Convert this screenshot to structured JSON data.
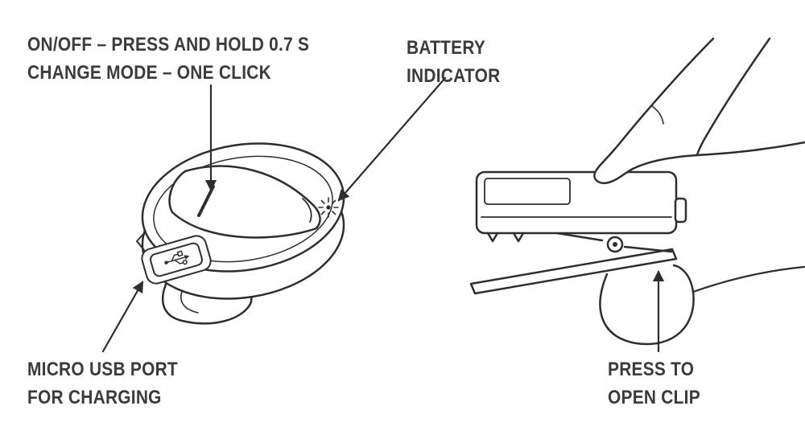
{
  "colors": {
    "line": "#2e2e2e",
    "text": "#3b3b3b",
    "background": "#ffffff"
  },
  "labels": {
    "power": {
      "line1": "ON/OFF – PRESS AND HOLD 0.7 S",
      "line2": "CHANGE MODE – ONE CLICK"
    },
    "battery": {
      "line1": "BATTERY",
      "line2": "INDICATOR"
    },
    "usb": {
      "line1": "MICRO USB PORT",
      "line2": "FOR CHARGING"
    },
    "clip": {
      "line1": "PRESS TO",
      "line2": "OPEN CLIP"
    }
  },
  "icons": {
    "battery_indicator": "led-flash-starburst",
    "usb": "usb-trident",
    "pointer_arrows": "solid-triangle-arrowhead"
  }
}
